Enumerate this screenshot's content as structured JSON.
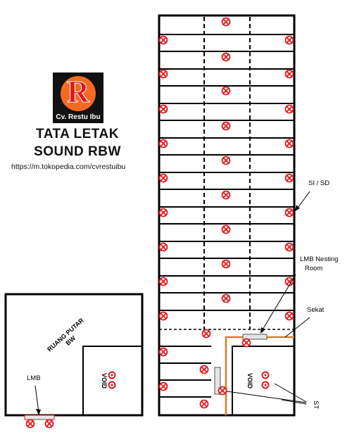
{
  "branding": {
    "logo_letter": "R",
    "logo_text": "Cv. Restu Ibu",
    "title_line1": "TATA  LETAK",
    "title_line2": "SOUND RBW",
    "url": "https://m.tokopedia.com/cvrestuibu"
  },
  "labels": {
    "si_sd": "SI  /  SD",
    "lmb_nesting_1": "LMB Nesting",
    "lmb_nesting_2": "Room",
    "sekat": "Sekat",
    "st": "ST",
    "ruang_putar_1": "RUANG PUTAR",
    "ruang_putar_2": "BW",
    "void_left": "VOID",
    "void_right": "VOID",
    "lmb": "LMB"
  },
  "colors": {
    "wall": "#000000",
    "speaker": "#e3161b",
    "orange_partition": "#e07b1a",
    "logo_bg": "#111111",
    "logo_circle": "#f26b21"
  },
  "icons": {
    "speaker_marker": "red-circle-x-icon",
    "void_marker": "double-red-ring-icon"
  }
}
